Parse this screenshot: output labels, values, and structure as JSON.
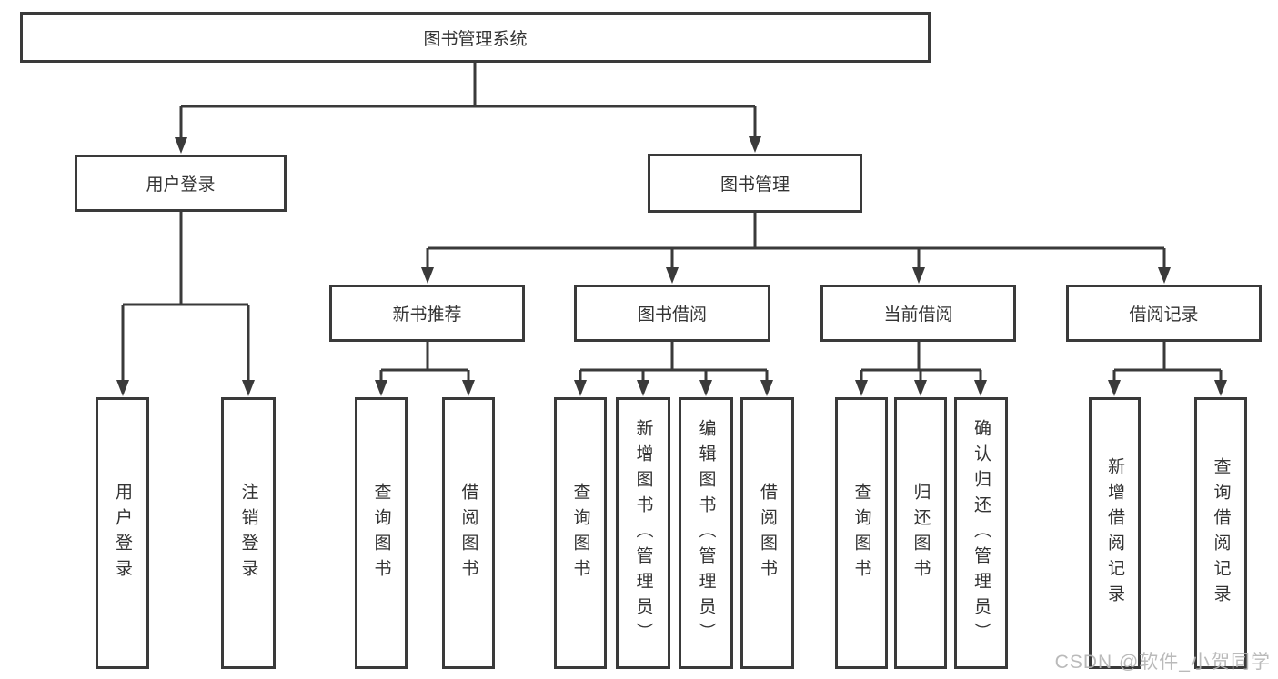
{
  "diagram": {
    "title": "图书管理系统",
    "branches": [
      {
        "label": "用户登录",
        "leaves": [
          "用户登录",
          "注销登录"
        ]
      },
      {
        "label": "图书管理",
        "groups": [
          {
            "label": "新书推荐",
            "leaves": [
              "查询图书",
              "借阅图书"
            ]
          },
          {
            "label": "图书借阅",
            "leaves": [
              "查询图书",
              "新增图书（管理员）",
              "编辑图书（管理员）",
              "借阅图书"
            ]
          },
          {
            "label": "当前借阅",
            "leaves": [
              "查询图书",
              "归还图书",
              "确认归还（管理员）"
            ]
          },
          {
            "label": "借阅记录",
            "leaves": [
              "新增借阅记录",
              "查询借阅记录"
            ]
          }
        ]
      }
    ]
  },
  "watermark": {
    "text": "CSDN @软件_小贺同学"
  },
  "colors": {
    "line": "#3a3a3a",
    "box_border": "#3a3a3a",
    "text": "#333333",
    "watermark": "#b5b5b5",
    "background": "#ffffff"
  }
}
